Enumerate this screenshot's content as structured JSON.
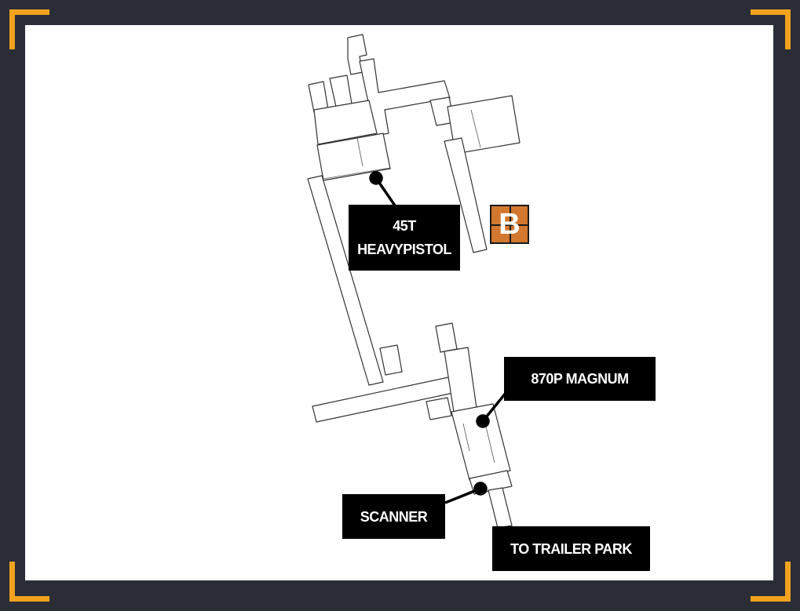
{
  "colors": {
    "frame": "#2a2d35",
    "corner_accent": "#f0a21e",
    "badge": "#d2782f",
    "label_bg": "#000000",
    "label_text": "#ffffff"
  },
  "marker": {
    "letter": "B"
  },
  "labels": {
    "heavy_pistol": {
      "line1": "45T",
      "line2": "HEAVYPISTOL"
    },
    "magnum": "870P MAGNUM",
    "scanner": "SCANNER",
    "trailer_park": "TO TRAILER PARK"
  }
}
